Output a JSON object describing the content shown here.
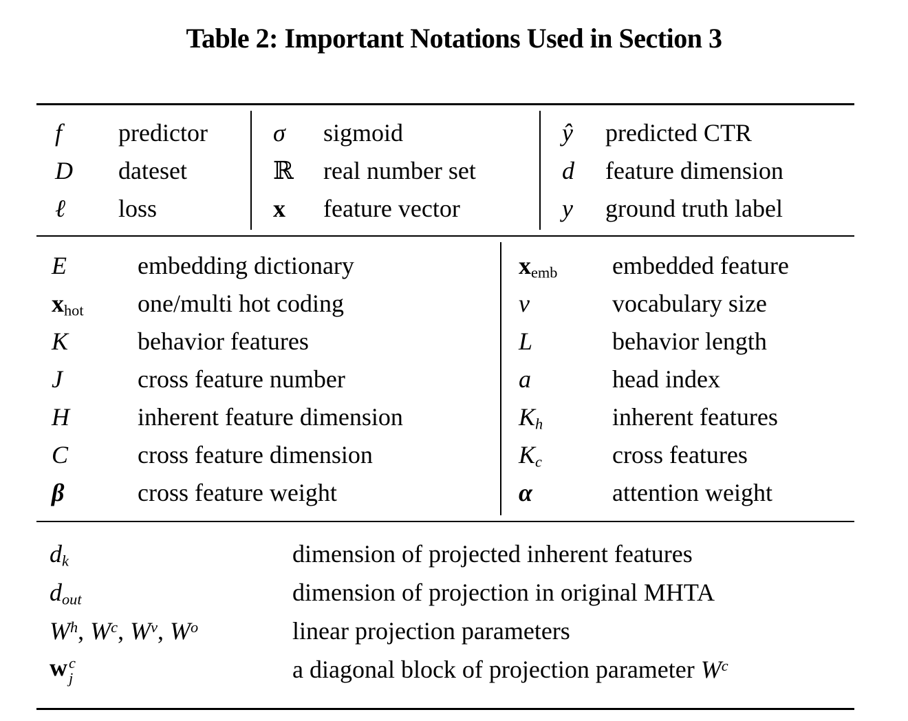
{
  "colors": {
    "background": "#ffffff",
    "text": "#000000",
    "rule": "#000000"
  },
  "title": "Table 2: Important Notations Used in Section 3",
  "sections": [
    {
      "name": "basic-notations",
      "groups": [
        {
          "rows": [
            {
              "symbol": [
                {
                  "t": "f",
                  "s": "i"
                }
              ],
              "desc": [
                {
                  "t": "predictor"
                }
              ]
            },
            {
              "symbol": [
                {
                  "t": "D",
                  "s": "i"
                }
              ],
              "desc": [
                {
                  "t": "dateset"
                }
              ]
            },
            {
              "symbol": [
                {
                  "t": "ℓ",
                  "s": "i"
                }
              ],
              "desc": [
                {
                  "t": "loss"
                }
              ]
            }
          ]
        },
        {
          "rows": [
            {
              "symbol": [
                {
                  "t": "σ",
                  "s": "i"
                }
              ],
              "desc": [
                {
                  "t": "sigmoid"
                }
              ]
            },
            {
              "symbol": [
                {
                  "t": "ℝ"
                }
              ],
              "desc": [
                {
                  "t": "real number set"
                }
              ]
            },
            {
              "symbol": [
                {
                  "t": "x",
                  "s": "b"
                }
              ],
              "desc": [
                {
                  "t": "feature vector"
                }
              ]
            }
          ]
        },
        {
          "rows": [
            {
              "symbol": [
                {
                  "t": "ŷ",
                  "s": "i"
                }
              ],
              "desc": [
                {
                  "t": "predicted CTR"
                }
              ]
            },
            {
              "symbol": [
                {
                  "t": "d",
                  "s": "i"
                }
              ],
              "desc": [
                {
                  "t": "feature dimension"
                }
              ]
            },
            {
              "symbol": [
                {
                  "t": "y",
                  "s": "i"
                }
              ],
              "desc": [
                {
                  "t": "ground truth label"
                }
              ]
            }
          ]
        }
      ]
    },
    {
      "name": "feature-notations",
      "groups": [
        {
          "rows": [
            {
              "symbol": [
                {
                  "t": "E",
                  "s": "i"
                }
              ],
              "desc": [
                {
                  "t": "embedding dictionary"
                }
              ]
            },
            {
              "symbol": [
                {
                  "t": "x",
                  "s": "b"
                },
                {
                  "t": "hot",
                  "p": "sub"
                }
              ],
              "desc": [
                {
                  "t": "one/multi hot coding"
                }
              ]
            },
            {
              "symbol": [
                {
                  "t": "K",
                  "s": "i"
                }
              ],
              "desc": [
                {
                  "t": "behavior features"
                }
              ]
            },
            {
              "symbol": [
                {
                  "t": "J",
                  "s": "i"
                }
              ],
              "desc": [
                {
                  "t": "cross feature number"
                }
              ]
            },
            {
              "symbol": [
                {
                  "t": "H",
                  "s": "i"
                }
              ],
              "desc": [
                {
                  "t": "inherent feature dimension"
                }
              ]
            },
            {
              "symbol": [
                {
                  "t": "C",
                  "s": "i"
                }
              ],
              "desc": [
                {
                  "t": "cross feature dimension"
                }
              ]
            },
            {
              "symbol": [
                {
                  "t": "β",
                  "s": "bi"
                }
              ],
              "desc": [
                {
                  "t": "cross feature weight"
                }
              ]
            }
          ]
        },
        {
          "rows": [
            {
              "symbol": [
                {
                  "t": "x",
                  "s": "b"
                },
                {
                  "t": "emb",
                  "p": "sub"
                }
              ],
              "desc": [
                {
                  "t": "embedded feature"
                }
              ]
            },
            {
              "symbol": [
                {
                  "t": "v",
                  "s": "i"
                }
              ],
              "desc": [
                {
                  "t": "vocabulary size"
                }
              ]
            },
            {
              "symbol": [
                {
                  "t": "L",
                  "s": "i"
                }
              ],
              "desc": [
                {
                  "t": "behavior length"
                }
              ]
            },
            {
              "symbol": [
                {
                  "t": "a",
                  "s": "i"
                }
              ],
              "desc": [
                {
                  "t": "head index"
                }
              ]
            },
            {
              "symbol": [
                {
                  "t": "K",
                  "s": "i"
                },
                {
                  "t": "h",
                  "s": "i",
                  "p": "sub"
                }
              ],
              "desc": [
                {
                  "t": "inherent features"
                }
              ]
            },
            {
              "symbol": [
                {
                  "t": "K",
                  "s": "i"
                },
                {
                  "t": "c",
                  "s": "i",
                  "p": "sub"
                }
              ],
              "desc": [
                {
                  "t": "cross features"
                }
              ]
            },
            {
              "symbol": [
                {
                  "t": "α",
                  "s": "bi"
                }
              ],
              "desc": [
                {
                  "t": "attention weight"
                }
              ]
            }
          ]
        }
      ]
    },
    {
      "name": "projection-notations",
      "groups": [
        {
          "rows": [
            {
              "symbol": [
                {
                  "t": "d",
                  "s": "i"
                },
                {
                  "t": "k",
                  "s": "i",
                  "p": "sub"
                }
              ],
              "desc": [
                {
                  "t": "dimension of projected inherent features"
                }
              ]
            },
            {
              "symbol": [
                {
                  "t": "d",
                  "s": "i"
                },
                {
                  "t": "out",
                  "s": "i",
                  "p": "sub"
                }
              ],
              "desc": [
                {
                  "t": "dimension of projection in original MHTA"
                }
              ]
            },
            {
              "symbol": [
                {
                  "t": "W",
                  "s": "i"
                },
                {
                  "t": "h",
                  "s": "i",
                  "p": "sup"
                },
                {
                  "t": ", "
                },
                {
                  "t": "W",
                  "s": "i"
                },
                {
                  "t": "c",
                  "s": "i",
                  "p": "sup"
                },
                {
                  "t": ", "
                },
                {
                  "t": "W",
                  "s": "i"
                },
                {
                  "t": "v",
                  "s": "i",
                  "p": "sup"
                },
                {
                  "t": ", "
                },
                {
                  "t": "W",
                  "s": "i"
                },
                {
                  "t": "o",
                  "s": "i",
                  "p": "sup"
                }
              ],
              "desc": [
                {
                  "t": "linear projection parameters"
                }
              ]
            },
            {
              "symbol": [
                {
                  "t": "w",
                  "s": "b"
                },
                {
                  "sup": "c",
                  "sub": "j",
                  "s": "i"
                }
              ],
              "desc": [
                {
                  "t": "a diagonal block of projection parameter "
                },
                {
                  "t": "W",
                  "s": "i"
                },
                {
                  "t": "c",
                  "s": "i",
                  "p": "sup"
                }
              ]
            }
          ]
        }
      ]
    }
  ]
}
